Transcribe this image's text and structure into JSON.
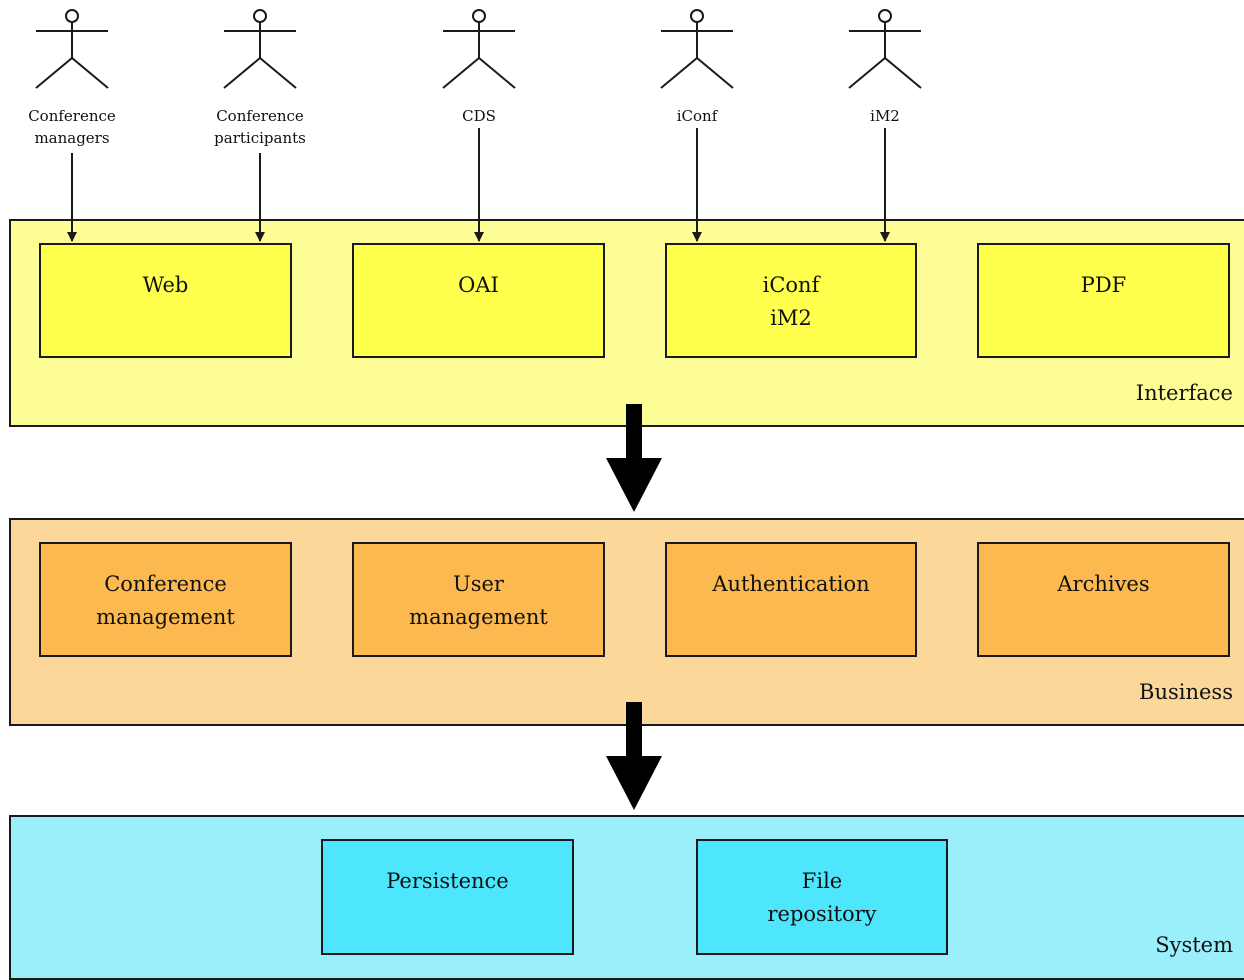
{
  "colors": {
    "interface_layer": "#fdfd96",
    "interface_box": "#ffff4d",
    "business_layer": "#fcd79a",
    "business_box": "#fcb950",
    "system_layer": "#9aeffb",
    "system_box": "#4de6fc",
    "stroke": "#1a1a1a"
  },
  "actors": [
    {
      "lines": [
        "Conference",
        "managers"
      ]
    },
    {
      "lines": [
        "Conference",
        "participants"
      ]
    },
    {
      "lines": [
        "CDS"
      ]
    },
    {
      "lines": [
        "iConf"
      ]
    },
    {
      "lines": [
        "iM2"
      ]
    }
  ],
  "layers": {
    "interface": {
      "label": "Interface",
      "boxes": [
        {
          "lines": [
            "Web"
          ]
        },
        {
          "lines": [
            "OAI"
          ]
        },
        {
          "lines": [
            "iConf",
            "iM2"
          ]
        },
        {
          "lines": [
            "PDF"
          ]
        }
      ]
    },
    "business": {
      "label": "Business",
      "boxes": [
        {
          "lines": [
            "Conference",
            "management"
          ]
        },
        {
          "lines": [
            "User",
            "management"
          ]
        },
        {
          "lines": [
            "Authentication"
          ]
        },
        {
          "lines": [
            "Archives"
          ]
        }
      ]
    },
    "system": {
      "label": "System",
      "boxes": [
        {
          "lines": [
            "Persistence"
          ]
        },
        {
          "lines": [
            "File",
            "repository"
          ]
        }
      ]
    }
  }
}
